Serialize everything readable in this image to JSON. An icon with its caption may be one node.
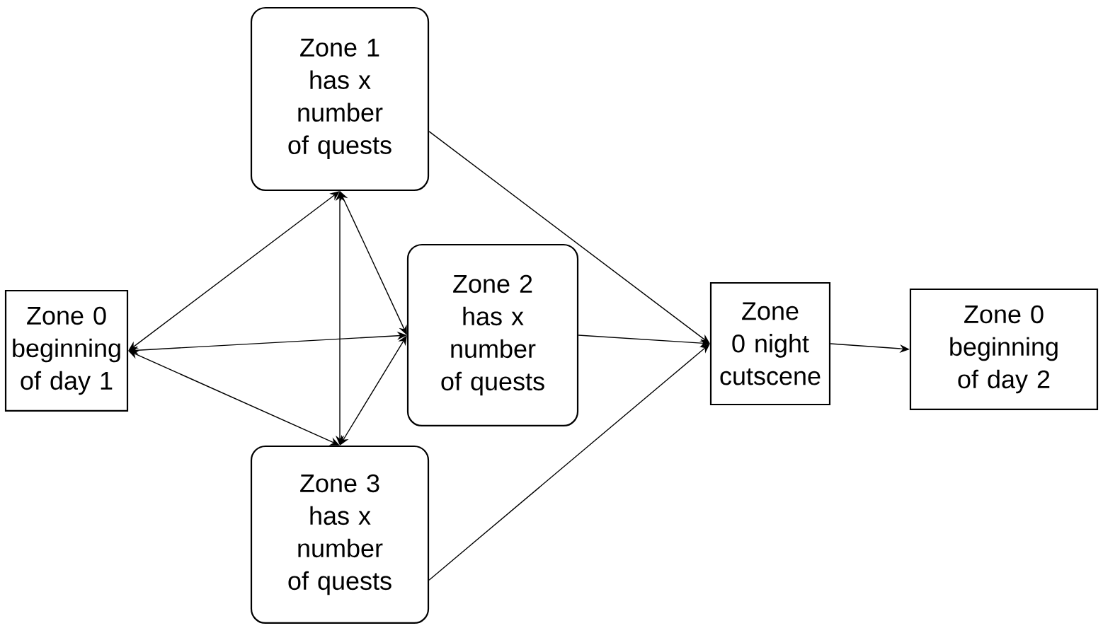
{
  "diagram": {
    "nodes": [
      {
        "text": [
          "Zone 0 beginning of day 1"
        ]
      },
      {
        "text": [
          "Zone 1 has x number of quests"
        ]
      },
      {
        "text": [
          "Zone 2 has x number of quests"
        ]
      },
      {
        "text": [
          "Zone 3 has x number of quests"
        ]
      },
      {
        "text": [
          "Zone 0 night cutscene"
        ]
      },
      {
        "text": [
          "Zone 0 beginning of day 2"
        ]
      }
    ],
    "edges": [
      {
        "from": 0,
        "to": 1,
        "arrow": "both"
      },
      {
        "from": 0,
        "to": 2,
        "arrow": "both"
      },
      {
        "from": 0,
        "to": 3,
        "arrow": "both"
      },
      {
        "from": 1,
        "to": 3,
        "arrow": "both"
      },
      {
        "from": 1,
        "to": 2,
        "arrow": "both"
      },
      {
        "from": 3,
        "to": 2,
        "arrow": "both"
      },
      {
        "from": 1,
        "to": 4,
        "arrow": "to"
      },
      {
        "from": 2,
        "to": 4,
        "arrow": "to"
      },
      {
        "from": 3,
        "to": 4,
        "arrow": "to"
      },
      {
        "from": 4,
        "to": 5,
        "arrow": "to"
      }
    ]
  }
}
